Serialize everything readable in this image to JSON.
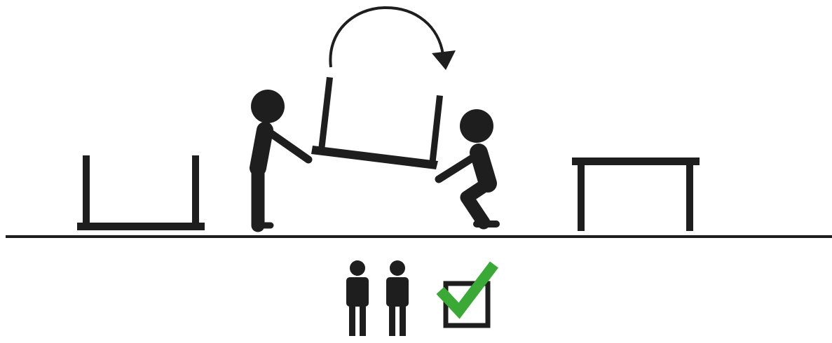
{
  "illustration": {
    "step_sequence": [
      "table-upside-down",
      "two-person-flip",
      "table-upright"
    ],
    "people_required": 2,
    "status": "approved",
    "icons": {
      "rotation": "curved-arrow-icon",
      "person": "person-icon",
      "check": "checkmark-icon"
    }
  },
  "colors": {
    "ink": "#1e1e1e",
    "check_green": "#3aa935",
    "background": "#ffffff"
  }
}
